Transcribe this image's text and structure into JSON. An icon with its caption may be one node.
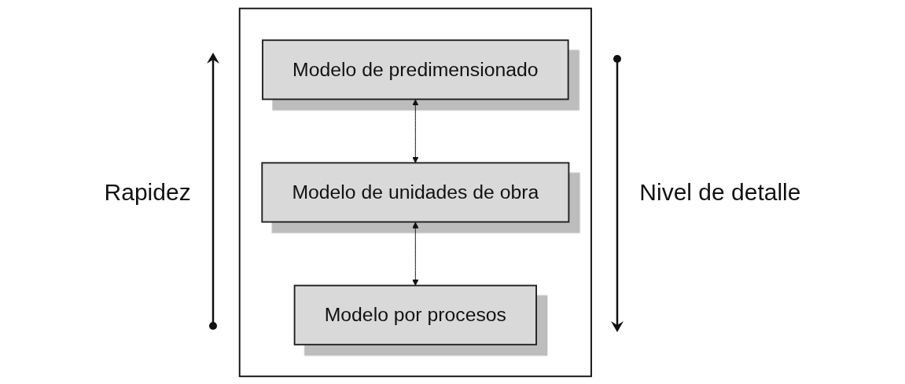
{
  "diagram": {
    "nodes": [
      {
        "text": [],
        "shape": "box"
      },
      {
        "text": [
          "Modelo de predimensionado"
        ],
        "in": 0
      },
      {
        "text": [
          "Modelo de unidades de obra"
        ],
        "in": 0
      },
      {
        "text": [
          "Modelo por procesos"
        ],
        "in": 0
      }
    ],
    "edges": [
      {
        "from": 1,
        "to": 2,
        "arrow": "both"
      },
      {
        "from": 2,
        "to": 3,
        "arrow": "both"
      }
    ],
    "labels": [
      "Rapidez",
      "Nivel de detalle"
    ]
  }
}
